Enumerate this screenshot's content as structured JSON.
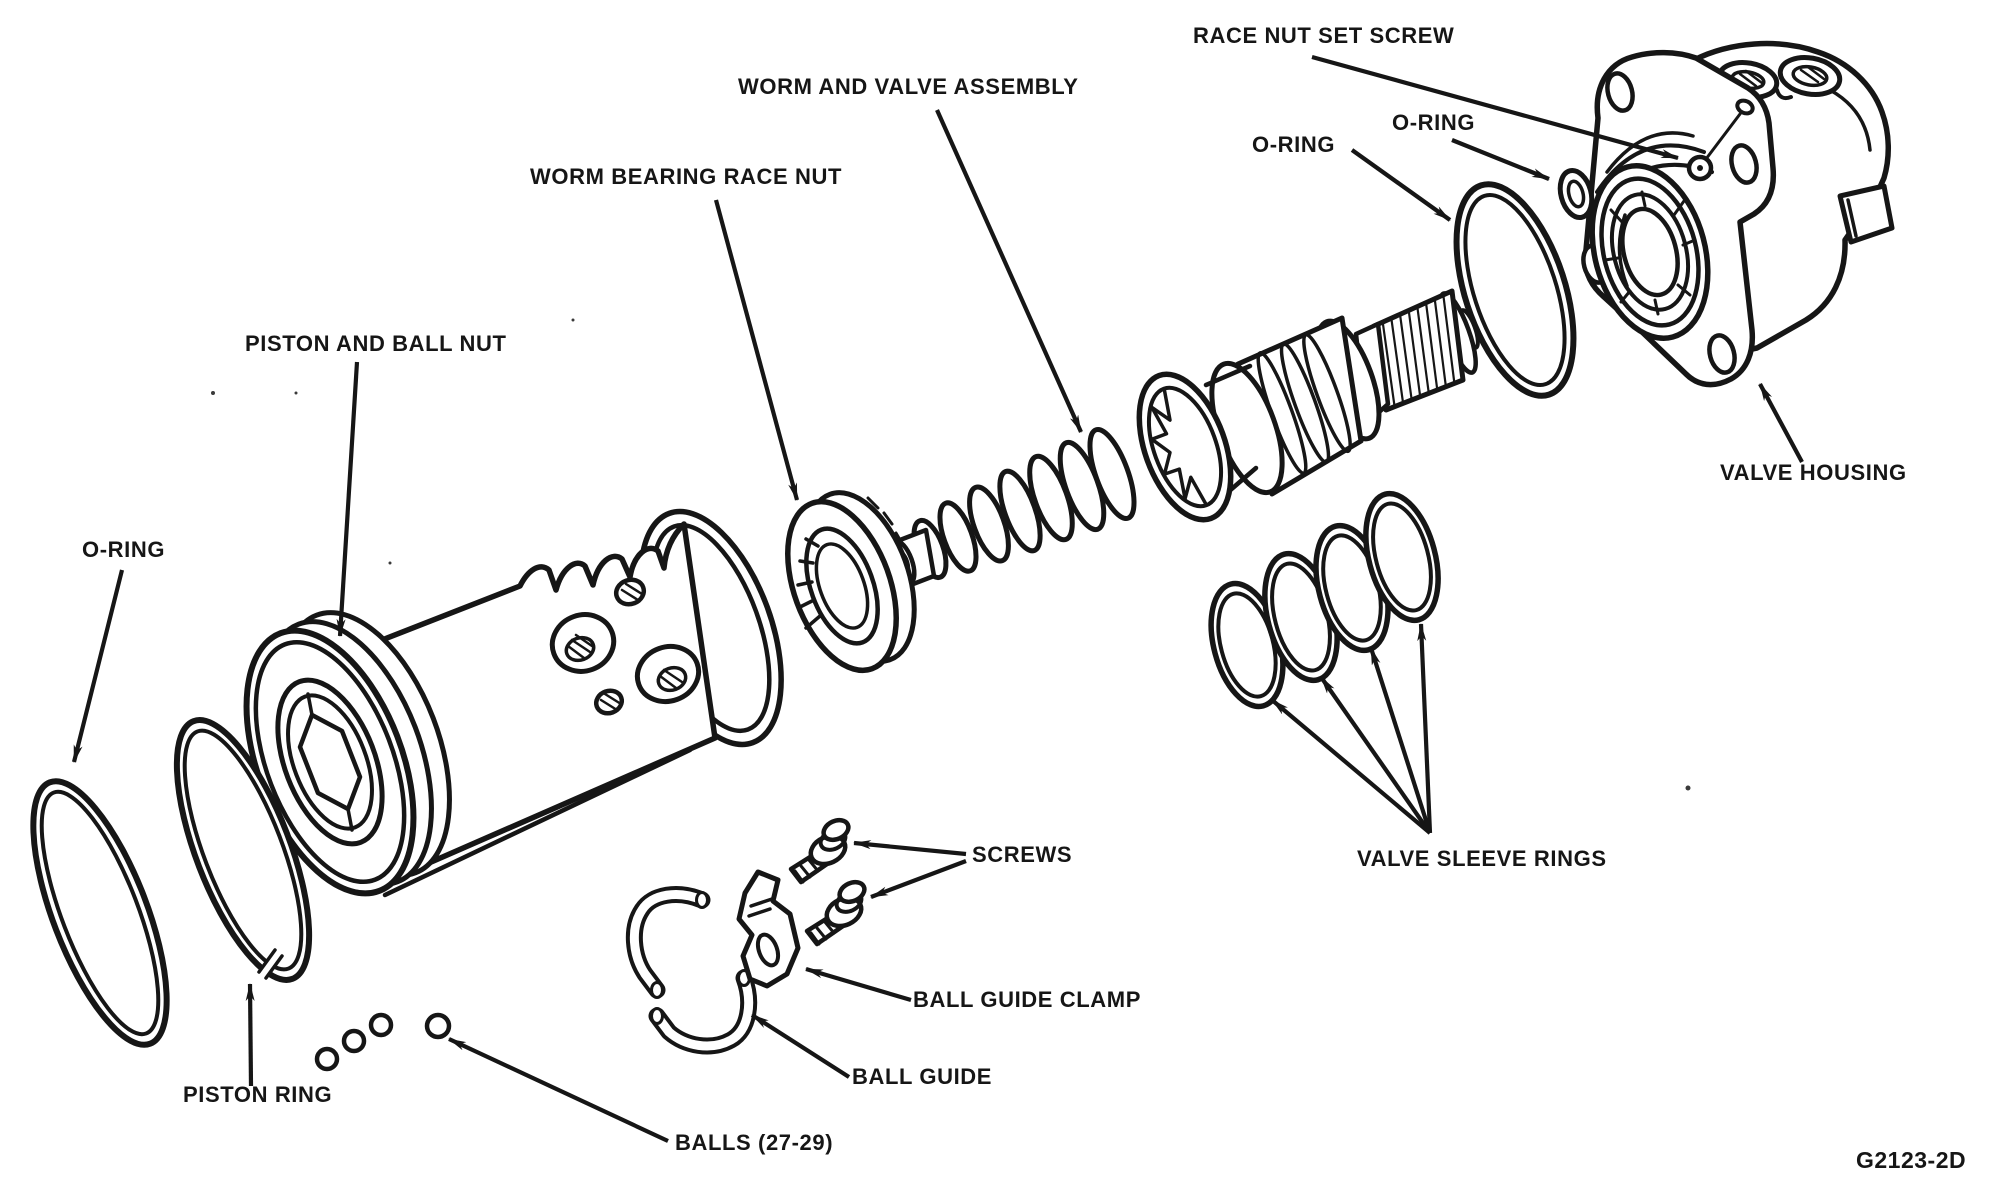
{
  "figure_code": "G2123-2D",
  "colors": {
    "ink": "#161616",
    "paper": "#ffffff"
  },
  "callouts": {
    "race_nut_set_screw": "RACE NUT SET SCREW",
    "worm_and_valve_assembly": "WORM AND VALVE ASSEMBLY",
    "worm_bearing_race_nut": "WORM BEARING RACE NUT",
    "o_ring_small": "O-RING",
    "o_ring_large": "O-RING",
    "piston_and_ball_nut": "PISTON AND BALL NUT",
    "o_ring_piston": "O-RING",
    "valve_housing": "VALVE HOUSING",
    "valve_sleeve_rings": "VALVE SLEEVE RINGS",
    "screws": "SCREWS",
    "ball_guide_clamp": "BALL GUIDE CLAMP",
    "ball_guide": "BALL GUIDE",
    "balls": "BALLS (27-29)",
    "piston_ring": "PISTON RING"
  }
}
